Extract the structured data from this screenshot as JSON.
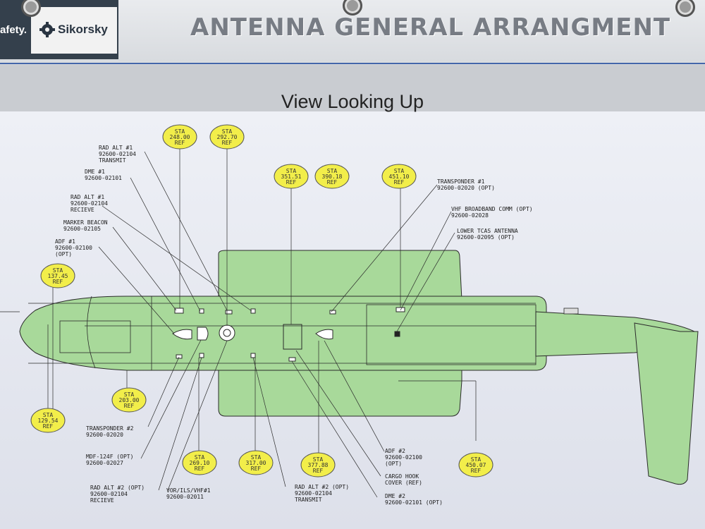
{
  "header": {
    "brand_safety": "afety.",
    "brand_name": "Sikorsky",
    "title": "ANTENNA GENERAL ARRANGMENT"
  },
  "view_title": "View Looking Up",
  "stations": [
    {
      "line1": "STA",
      "line2": "248.00",
      "line3": "REF"
    },
    {
      "line1": "STA",
      "line2": "292.70",
      "line3": "REF"
    },
    {
      "line1": "STA",
      "line2": "351.51",
      "line3": "REF"
    },
    {
      "line1": "STA",
      "line2": "390.18",
      "line3": "REF"
    },
    {
      "line1": "STA",
      "line2": "451.10",
      "line3": "REF"
    },
    {
      "line1": "STA",
      "line2": "137.45",
      "line3": "REF"
    },
    {
      "line1": "STA",
      "line2": "203.00",
      "line3": "REF"
    },
    {
      "line1": "STA",
      "line2": "129.54",
      "line3": "REF"
    },
    {
      "line1": "STA",
      "line2": "269.10",
      "line3": "REF"
    },
    {
      "line1": "STA",
      "line2": "317.00",
      "line3": "REF"
    },
    {
      "line1": "STA",
      "line2": "377.88",
      "line3": "REF"
    },
    {
      "line1": "STA",
      "line2": "450.07",
      "line3": "REF"
    }
  ],
  "labels": [
    {
      "lines": [
        "RAD ALT #1",
        "92600-02104",
        "TRANSMIT"
      ]
    },
    {
      "lines": [
        "DME #1",
        "92600-02101"
      ]
    },
    {
      "lines": [
        "RAD ALT #1",
        "92600-02104",
        "RECIEVE"
      ]
    },
    {
      "lines": [
        "MARKER BEACON",
        "92600-02105"
      ]
    },
    {
      "lines": [
        "ADF #1",
        "92600-02100",
        "(OPT)"
      ]
    },
    {
      "lines": [
        "TRANSPONDER #1",
        "92600-02020 (OPT)"
      ]
    },
    {
      "lines": [
        "VHF BROADBAND COMM (OPT)",
        "92600-02028"
      ]
    },
    {
      "lines": [
        "LOWER TCAS ANTENNA",
        "92600-02095 (OPT)"
      ]
    },
    {
      "lines": [
        "TRANSPONDER #2",
        "92600-02020"
      ]
    },
    {
      "lines": [
        "MDF-124F (OPT)",
        "92600-02027"
      ]
    },
    {
      "lines": [
        "RAD ALT #2 (OPT)",
        "92600-02104",
        "RECIEVE"
      ]
    },
    {
      "lines": [
        "VOR/ILS/VHF#1",
        "92600-02011"
      ]
    },
    {
      "lines": [
        "RAD ALT #2 (OPT)",
        "92600-02104",
        "TRANSMIT"
      ]
    },
    {
      "lines": [
        "ADF #2",
        "92600-02100",
        "(OPT)"
      ]
    },
    {
      "lines": [
        "CARGO HOOK",
        "COVER (REF)"
      ]
    },
    {
      "lines": [
        "DME #2",
        "92600-02101 (OPT)"
      ]
    }
  ],
  "colors": {
    "fuselage": "#a8d99a",
    "station_bubble": "#f2ee4a",
    "outline": "#2a2a2a"
  }
}
